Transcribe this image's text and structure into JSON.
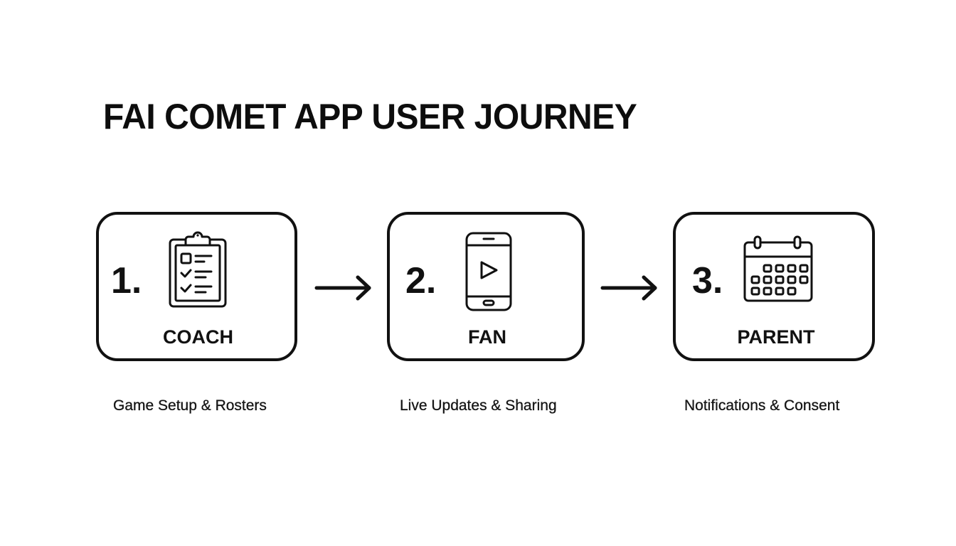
{
  "title": "FAI COMET APP USER JOURNEY",
  "steps": [
    {
      "number": "1.",
      "role": "COACH",
      "icon": "clipboard-checklist-icon",
      "caption": "Game Setup & Rosters"
    },
    {
      "number": "2.",
      "role": "FAN",
      "icon": "smartphone-play-icon",
      "caption": "Live Updates & Sharing"
    },
    {
      "number": "3.",
      "role": "PARENT",
      "icon": "calendar-icon",
      "caption": "Notifications & Consent"
    }
  ],
  "connectors": [
    {
      "from": 1,
      "to": 2,
      "icon": "arrow-right-icon"
    },
    {
      "from": 2,
      "to": 3,
      "icon": "arrow-right-icon"
    }
  ],
  "colors": {
    "background": "#ffffff",
    "stroke": "#111111",
    "text": "#111111"
  }
}
